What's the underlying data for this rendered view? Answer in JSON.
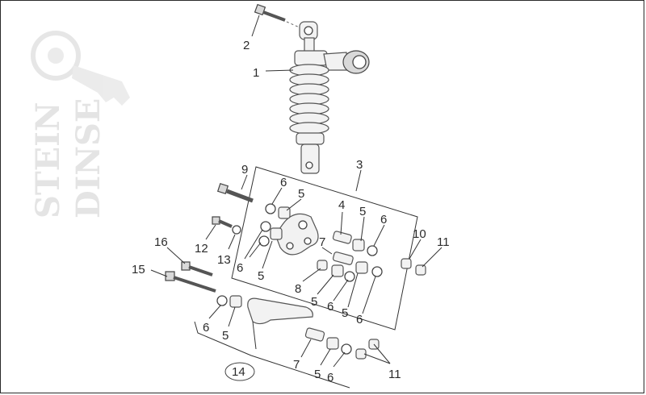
{
  "watermark": {
    "line1": "STEIN",
    "line2": "DINSE",
    "logo_icon": "key-logo-icon"
  },
  "callouts": {
    "c1": "1",
    "c2": "2",
    "c3": "3",
    "c4": "4",
    "c5a": "5",
    "c5b": "5",
    "c5c": "5",
    "c5d": "5",
    "c5e": "5",
    "c5f": "5",
    "c5g": "5",
    "c6a": "6",
    "c6b": "6",
    "c6c": "6",
    "c6d": "6",
    "c6e": "6",
    "c6f": "6",
    "c6g": "6",
    "c7a": "7",
    "c7b": "7",
    "c8": "8",
    "c9": "9",
    "c10": "10",
    "c11a": "11",
    "c11b": "11",
    "c12": "12",
    "c13": "13",
    "c14": "14",
    "c15": "15",
    "c16": "16"
  },
  "colors": {
    "line": "#333333",
    "part_fill": "#f2f2f2",
    "watermark": "#e4e4e4"
  }
}
